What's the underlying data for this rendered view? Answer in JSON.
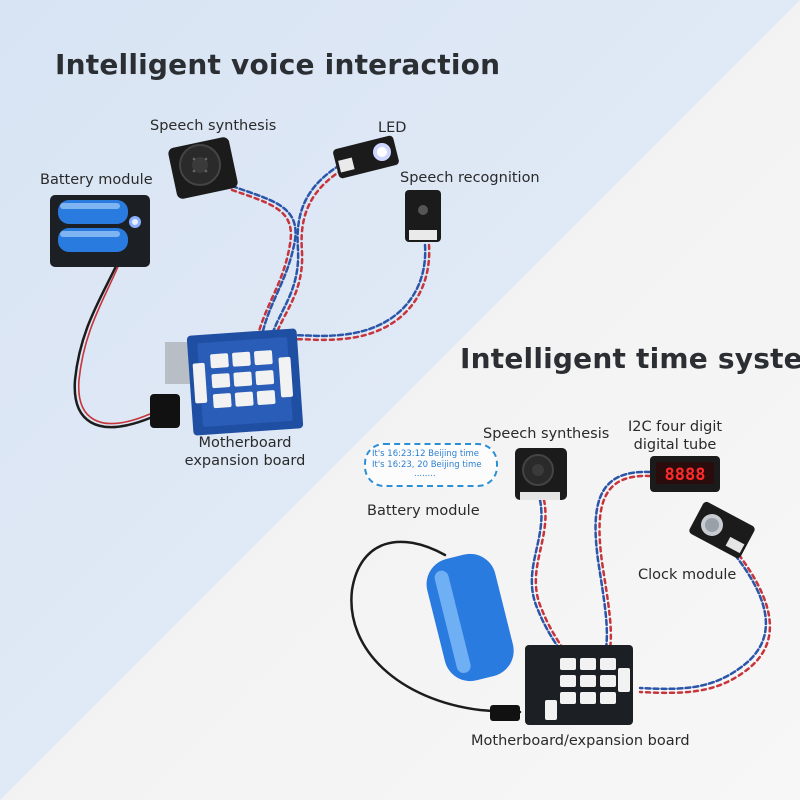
{
  "top_section": {
    "title": "Intelligent voice interaction",
    "labels": {
      "speech_synthesis": "Speech synthesis",
      "led": "LED",
      "battery_module": "Battery module",
      "speech_recognition": "Speech recognition",
      "motherboard_line1": "Motherboard",
      "motherboard_line2": "expansion board"
    }
  },
  "bottom_section": {
    "title": "Intelligent time system",
    "labels": {
      "speech_synthesis": "Speech synthesis",
      "digital_tube_line1": "I2C four digit",
      "digital_tube_line2": "digital tube",
      "battery_module": "Battery module",
      "clock_module": "Clock module",
      "motherboard": "Motherboard/expansion board"
    },
    "speech_bubble": {
      "line1": "It's 16:23:12 Beijing time",
      "line2": "It's 16:23, 20 Beijing time",
      "line3": "........"
    },
    "display_digits": "8888"
  },
  "colors": {
    "background_top": "#dfe8f5",
    "background_bottom": "#f3f3f3",
    "board_blue": "#1f4fa3",
    "module_black": "#1b1b1b",
    "battery_blue": "#2a7be0",
    "wire_red": "#c7343a",
    "wire_blue": "#2b55a8",
    "bubble_border": "#2b8fd6",
    "segment_red": "#ff2a2a"
  }
}
